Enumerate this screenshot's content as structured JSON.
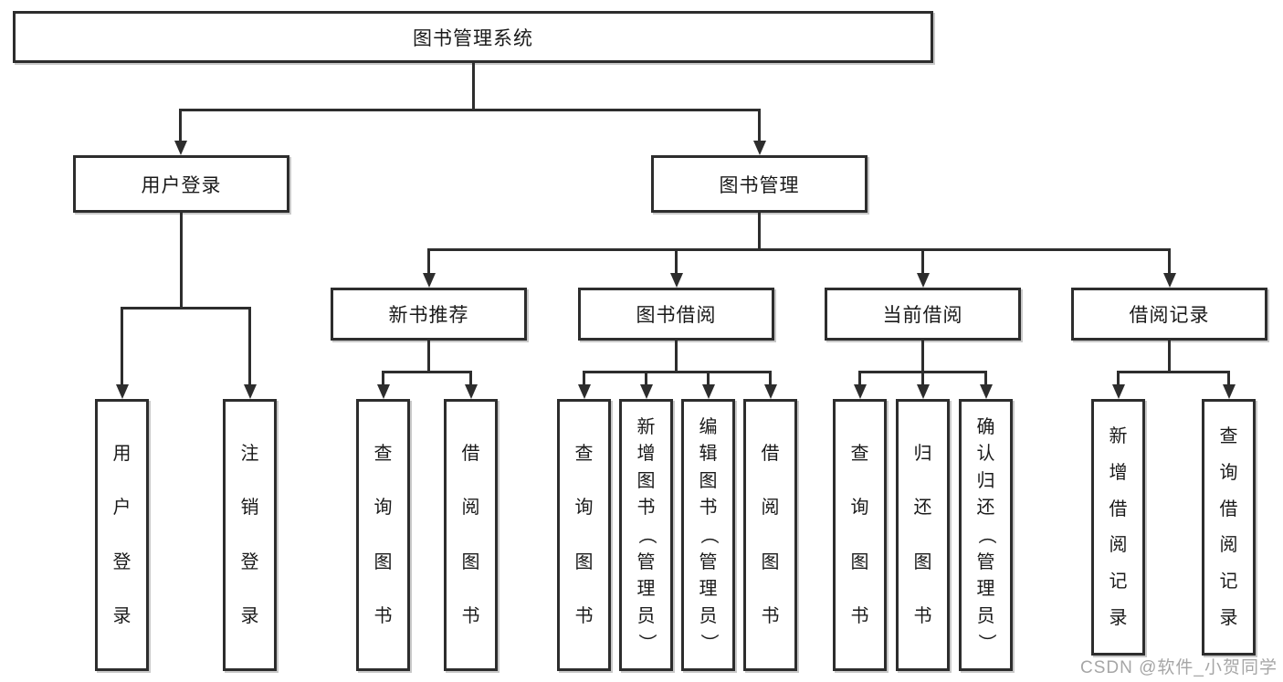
{
  "tree": {
    "label": "图书管理系统",
    "children": [
      {
        "label": "用户登录",
        "children": [
          {
            "label": "用户登录"
          },
          {
            "label": "注销登录"
          }
        ]
      },
      {
        "label": "图书管理",
        "children": [
          {
            "label": "新书推荐",
            "children": [
              {
                "label": "查询图书"
              },
              {
                "label": "借阅图书"
              }
            ]
          },
          {
            "label": "图书借阅",
            "children": [
              {
                "label": "查询图书"
              },
              {
                "label": "新增图书（管理员）"
              },
              {
                "label": "编辑图书（管理员）"
              },
              {
                "label": "借阅图书"
              }
            ]
          },
          {
            "label": "当前借阅",
            "children": [
              {
                "label": "查询图书"
              },
              {
                "label": "归还图书"
              },
              {
                "label": "确认归还（管理员）"
              }
            ]
          },
          {
            "label": "借阅记录",
            "children": [
              {
                "label": "新增借阅记录"
              },
              {
                "label": "查询借阅记录"
              }
            ]
          }
        ]
      }
    ]
  },
  "watermark": {
    "text": "CSDN @软件_小贺同学"
  },
  "colors": {
    "line": "#2d2d2d",
    "text": "#1a1a1a",
    "box_shadow": "#c9c9c9",
    "watermark": "#a6a6a6",
    "background": "#ffffff"
  }
}
